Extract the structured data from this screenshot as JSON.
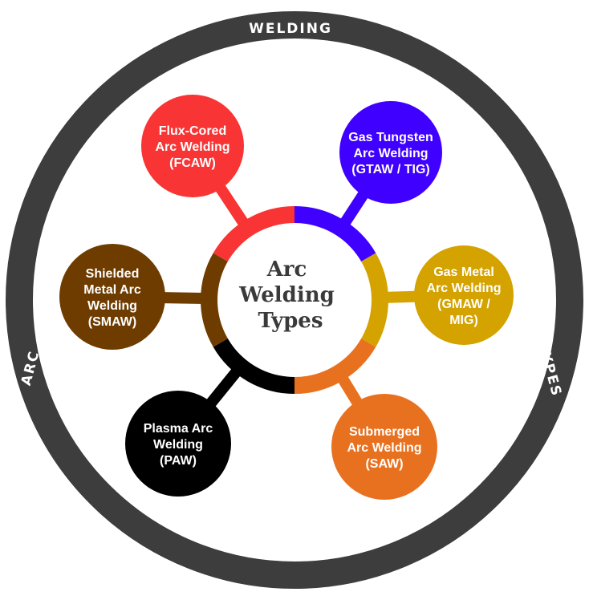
{
  "ring": {
    "top": "WELDING",
    "left": "ARC",
    "right": "TYPES",
    "color": "#3d3d3d"
  },
  "center": {
    "lines": [
      "Arc",
      "Welding",
      "Types"
    ]
  },
  "nodes": [
    {
      "id": "fcaw",
      "lines": [
        "Flux-Cored",
        "Arc Welding",
        "(FCAW)"
      ],
      "color": "#f83434"
    },
    {
      "id": "gtaw",
      "lines": [
        "Gas Tungsten",
        "Arc Welding",
        "(GTAW / TIG)"
      ],
      "color": "#3f00ff"
    },
    {
      "id": "gmaw",
      "lines": [
        "Gas Metal",
        "Arc Welding",
        "(GMAW /",
        "MIG)"
      ],
      "color": "#d4a300"
    },
    {
      "id": "saw",
      "lines": [
        "Submerged",
        "Arc Welding",
        "(SAW)"
      ],
      "color": "#e8711f"
    },
    {
      "id": "paw",
      "lines": [
        "Plasma Arc",
        "Welding",
        "(PAW)"
      ],
      "color": "#000000"
    },
    {
      "id": "smaw",
      "lines": [
        "Shielded",
        "Metal Arc",
        "Welding",
        "(SMAW)"
      ],
      "color": "#6f3c00"
    }
  ]
}
